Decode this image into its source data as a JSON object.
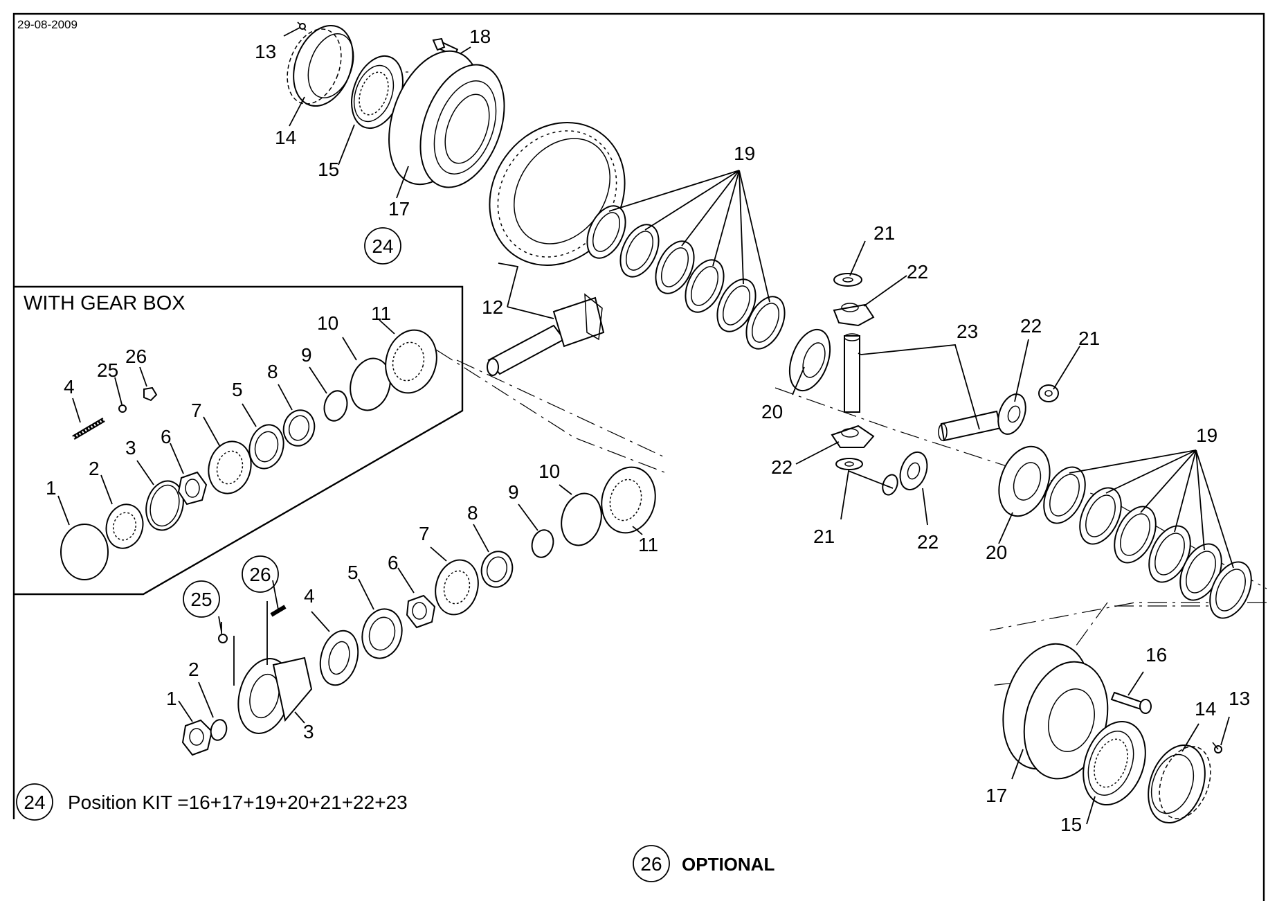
{
  "date": "29-08-2009",
  "inset": {
    "title": "WITH GEAR BOX"
  },
  "kit_note": {
    "number": "24",
    "text": "Position KIT =16+17+19+20+21+22+23"
  },
  "optional_note": {
    "number": "26",
    "text": "OPTIONAL"
  },
  "circled": {
    "c24": "24",
    "c25": "25",
    "c26": "26"
  },
  "labels": {
    "top": {
      "n13": "13",
      "n18": "18",
      "n14": "14",
      "n15": "15",
      "n17": "17",
      "n19": "19",
      "n12": "12",
      "n21": "21",
      "n22": "22",
      "n23": "23",
      "n20": "20"
    },
    "inset": {
      "n1": "1",
      "n2": "2",
      "n3": "3",
      "n4": "4",
      "n5": "5",
      "n6": "6",
      "n7": "7",
      "n8": "8",
      "n9": "9",
      "n10": "10",
      "n11": "11",
      "n25": "25",
      "n26": "26"
    },
    "lower": {
      "n1": "1",
      "n2": "2",
      "n3": "3",
      "n4": "4",
      "n5": "5",
      "n6": "6",
      "n7": "7",
      "n8": "8",
      "n9": "9",
      "n10": "10",
      "n11": "11"
    },
    "right": {
      "n22a": "22",
      "n21a": "21",
      "n20a": "20",
      "n22b": "22",
      "n21b": "21",
      "n22c": "22",
      "n20b": "20",
      "n19": "19",
      "n16": "16",
      "n13": "13",
      "n14": "14",
      "n15": "15",
      "n17": "17"
    }
  }
}
